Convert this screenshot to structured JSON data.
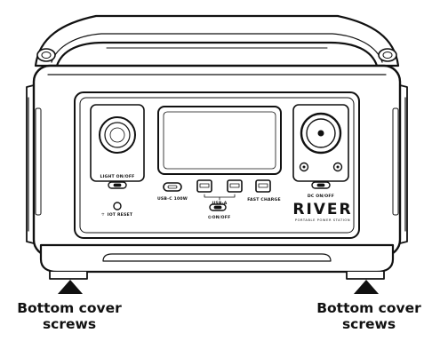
{
  "device": {
    "brand": "RIVER",
    "brand_subtitle": "PORTABLE POWER STATION"
  },
  "panel_labels": {
    "light_on_off": "LIGHT ON/OFF",
    "iot_reset": "IOT RESET",
    "usb_c": "USB-C 100W",
    "usb_a": "USB-A",
    "fast_charge": "FAST CHARGE",
    "power_on_off": "ON/OFF",
    "dc_on_off": "DC ON/OFF"
  },
  "callouts": {
    "left": {
      "line1": "Bottom cover",
      "line2": "screws"
    },
    "right": {
      "line1": "Bottom cover",
      "line2": "screws"
    }
  }
}
